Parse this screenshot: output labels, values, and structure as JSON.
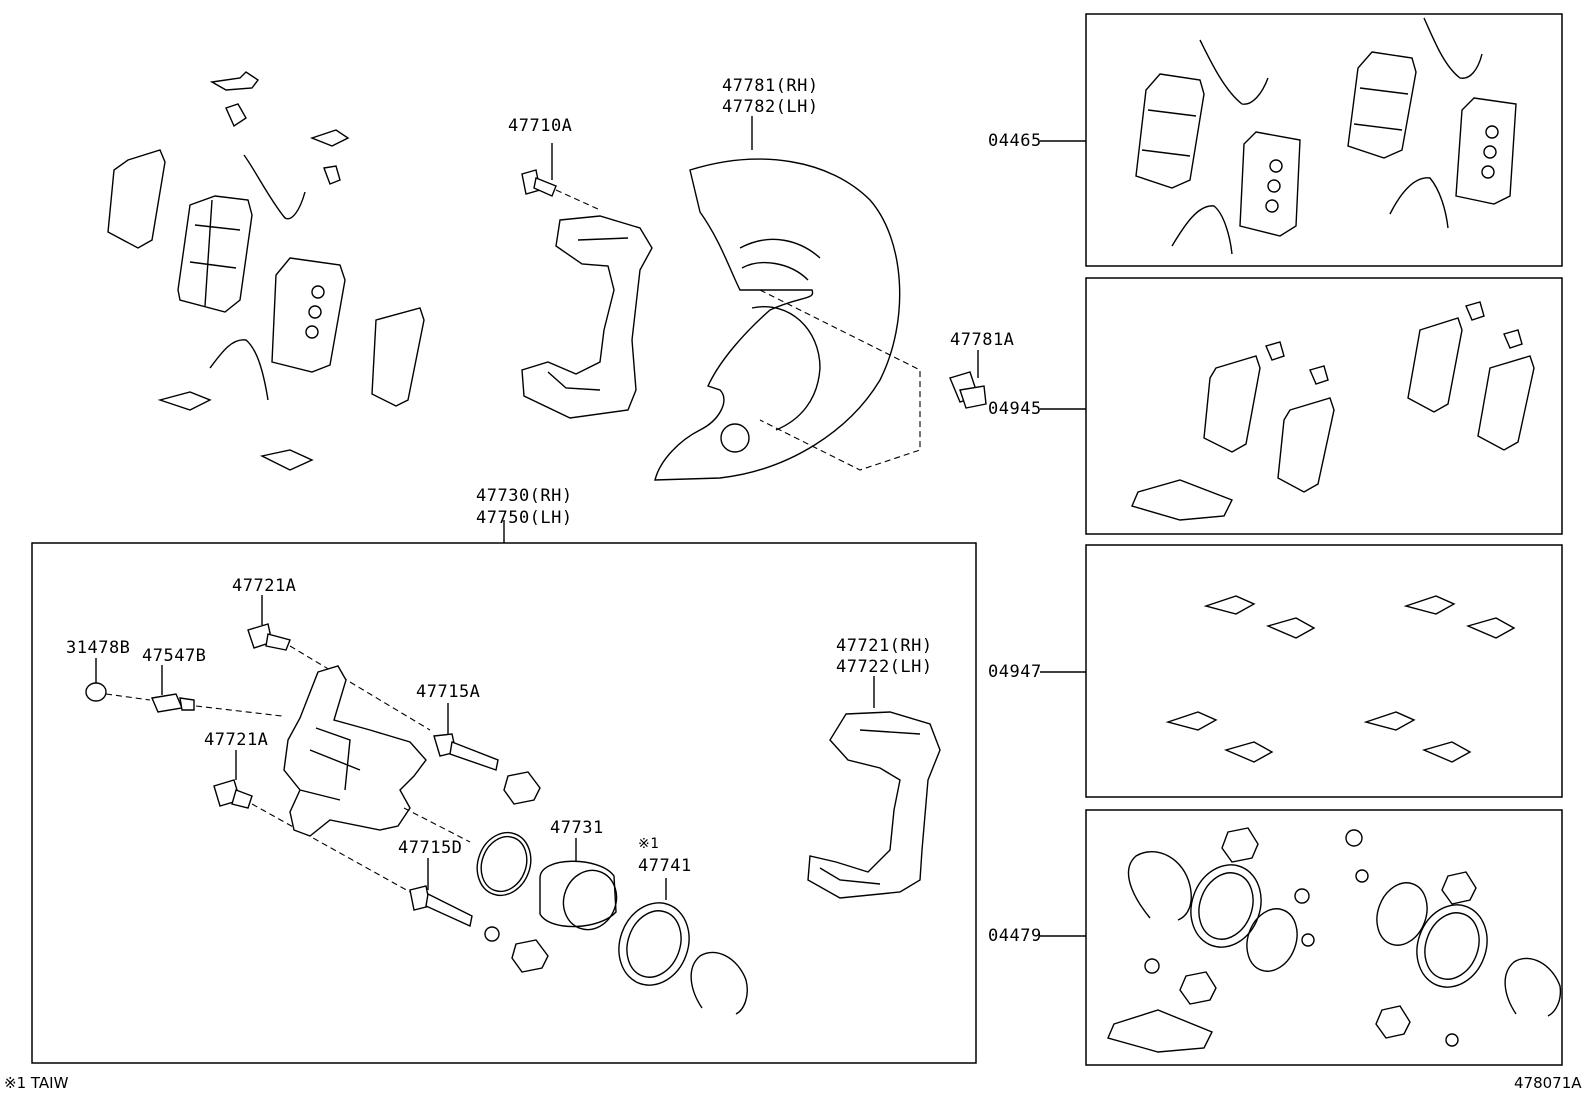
{
  "labels": {
    "p47781": "47781(RH)",
    "p47782": "47782(LH)",
    "p47710A": "47710A",
    "p47781A": "47781A",
    "p47730": "47730(RH)",
    "p47750": "47750(LH)",
    "p47721A_top": "47721A",
    "p31478B": "31478B",
    "p47547B": "47547B",
    "p47715A": "47715A",
    "p47721A_bot": "47721A",
    "p47715D": "47715D",
    "p47731": "47731",
    "p47741_mark": "※1",
    "p47741": "47741",
    "p47721": "47721(RH)",
    "p47722": "47722(LH)",
    "k04465": "04465",
    "k04945": "04945",
    "k04947": "04947",
    "k04479": "04479"
  },
  "footer": {
    "note": "※1 TAIW",
    "diagram_id": "478071A"
  },
  "icons": {
    "brake-pad": "brake-pad-icon",
    "anti-squeal-shim": "shim-icon",
    "wear-indicator": "wear-indicator-icon",
    "pad-clip": "clip-icon",
    "caliper-bracket": "mounting-bracket-icon",
    "dust-cover": "disc-dust-cover-icon",
    "caliper-cylinder": "cylinder-icon",
    "piston": "piston-icon",
    "piston-seal": "seal-ring-icon",
    "bolt": "bolt-icon",
    "bushing": "boot-bushing-icon",
    "grease-pack": "grease-packet-icon"
  }
}
